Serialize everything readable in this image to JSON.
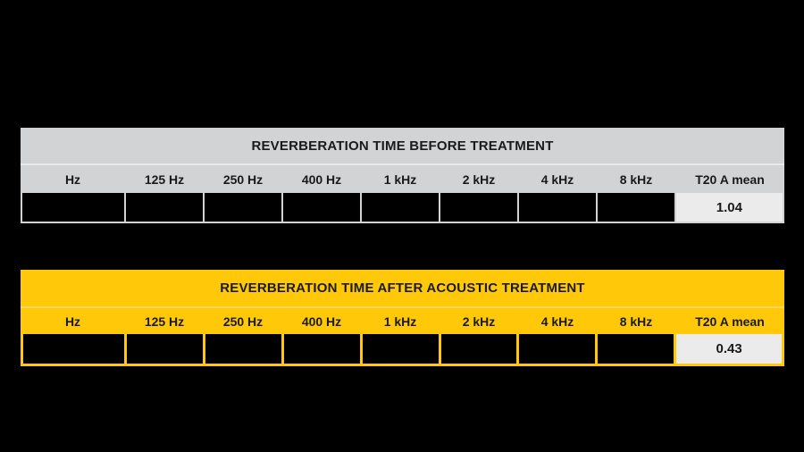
{
  "page": {
    "background": "#000000"
  },
  "colors": {
    "accent_yellow": "#ffc90a",
    "band_gray": "#d2d3d4",
    "mean_cell_gray": "#ebebeb",
    "data_cell_black": "#000000",
    "text_ink": "#1a1a1a"
  },
  "tables": [
    {
      "title": "REVERBERATION TIME BEFORE TREATMENT",
      "columns": [
        "Hz",
        "125 Hz",
        "250 Hz",
        "400 Hz",
        "1 kHz",
        "2 kHz",
        "4 kHz",
        "8 kHz",
        "T20 A mean"
      ],
      "values": [
        "",
        "",
        "",
        "",
        "",
        "",
        "",
        "",
        "1.04"
      ],
      "mean_value": "1.04",
      "theme": {
        "band": "#d2d3d4",
        "divider": "#e8e9ea",
        "cell": "#000000",
        "meanbg": "#ebebeb",
        "ink": "#1a1a1a"
      }
    },
    {
      "title": "REVERBERATION TIME AFTER ACOUSTIC TREATMENT",
      "columns": [
        "Hz",
        "125 Hz",
        "250 Hz",
        "400 Hz",
        "1 kHz",
        "2 kHz",
        "4 kHz",
        "8 kHz",
        "T20 A mean"
      ],
      "values": [
        "",
        "",
        "",
        "",
        "",
        "",
        "",
        "",
        "0.43"
      ],
      "mean_value": "0.43",
      "theme": {
        "band": "#ffc90a",
        "divider": "#ffd95e",
        "cell": "#000000",
        "meanbg": "#ebebeb",
        "ink": "#1a1a1a"
      }
    }
  ],
  "chart_data": [
    {
      "type": "table",
      "title": "REVERBERATION TIME BEFORE TREATMENT",
      "columns": [
        "Hz",
        "125 Hz",
        "250 Hz",
        "400 Hz",
        "1 kHz",
        "2 kHz",
        "4 kHz",
        "8 kHz",
        "T20 A mean"
      ],
      "rows": [
        [
          "",
          "",
          "",
          "",
          "",
          "",
          "",
          "",
          "1.04"
        ]
      ]
    },
    {
      "type": "table",
      "title": "REVERBERATION TIME AFTER ACOUSTIC TREATMENT",
      "columns": [
        "Hz",
        "125 Hz",
        "250 Hz",
        "400 Hz",
        "1 kHz",
        "2 kHz",
        "4 kHz",
        "8 kHz",
        "T20 A mean"
      ],
      "rows": [
        [
          "",
          "",
          "",
          "",
          "",
          "",
          "",
          "",
          "0.43"
        ]
      ]
    }
  ]
}
